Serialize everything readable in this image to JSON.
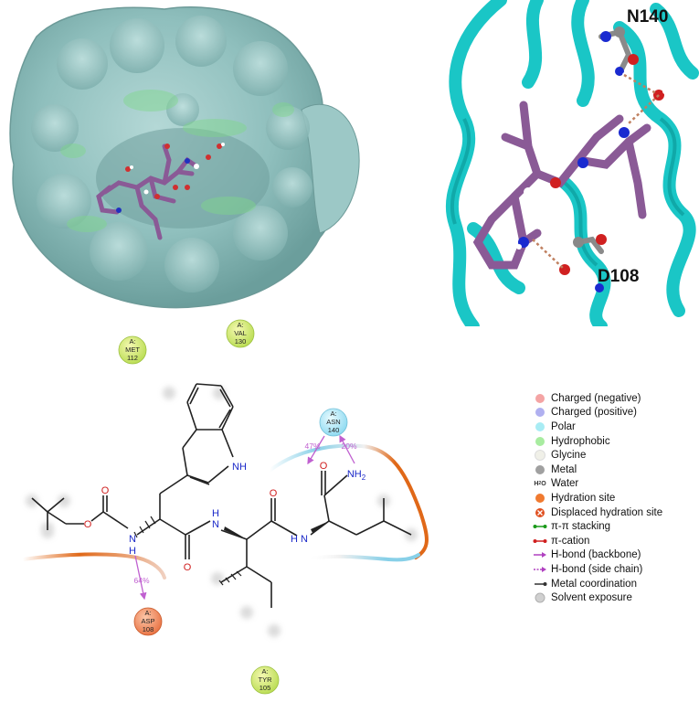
{
  "ribbon_panel": {
    "labels": [
      "N140",
      "D108"
    ]
  },
  "ligplot": {
    "residues": [
      {
        "chain": "A:",
        "name": "MET",
        "num": "112",
        "kind": "hydrophobic"
      },
      {
        "chain": "A:",
        "name": "VAL",
        "num": "130",
        "kind": "hydrophobic"
      },
      {
        "chain": "A:",
        "name": "ASN",
        "num": "140",
        "kind": "polar"
      },
      {
        "chain": "A:",
        "name": "ASP",
        "num": "108",
        "kind": "negative"
      },
      {
        "chain": "A:",
        "name": "TYR",
        "num": "105",
        "kind": "hydrophobic"
      }
    ],
    "atom_labels": {
      "nh_indole": "NH",
      "n1": "N",
      "h1": "H",
      "n2": "N",
      "h2": "H",
      "n3": "N",
      "h3": "H",
      "nh2": "NH",
      "nh2_sub": "2",
      "o1": "O",
      "o2": "O",
      "o3": "O",
      "o4": "O",
      "o5": "O"
    },
    "hbond_percents": {
      "asn_a": "47%",
      "asn_b": "20%",
      "asp": "64%"
    }
  },
  "legend": {
    "items": [
      {
        "label": "Charged (negative)",
        "icon": "circle",
        "color": "#f4a4a4"
      },
      {
        "label": "Charged (positive)",
        "icon": "circle",
        "color": "#b0b0f0"
      },
      {
        "label": "Polar",
        "icon": "circle",
        "color": "#a8ecf4"
      },
      {
        "label": "Hydrophobic",
        "icon": "circle",
        "color": "#a8eca0"
      },
      {
        "label": "Glycine",
        "icon": "circle",
        "color": "#f0f0e8"
      },
      {
        "label": "Metal",
        "icon": "circle",
        "color": "#a0a0a0"
      },
      {
        "label": "Water",
        "icon": "water",
        "color": "#333333"
      },
      {
        "label": "Hydration site",
        "icon": "circle",
        "color": "#f07a30"
      },
      {
        "label": "Displaced hydration site",
        "icon": "cross",
        "color": "#e05020"
      },
      {
        "label": "π-π stacking",
        "icon": "line-dot",
        "color": "#1a9a1a"
      },
      {
        "label": "π-cation",
        "icon": "line-dot",
        "color": "#d02020"
      },
      {
        "label": "H-bond (backbone)",
        "icon": "arrow",
        "color": "#b040c0"
      },
      {
        "label": "H-bond (side chain)",
        "icon": "arrow-dash",
        "color": "#b040c0"
      },
      {
        "label": "Metal coordination",
        "icon": "line-dot",
        "color": "#333333"
      },
      {
        "label": "Solvent exposure",
        "icon": "halo",
        "color": "#b0b0b0"
      }
    ]
  }
}
